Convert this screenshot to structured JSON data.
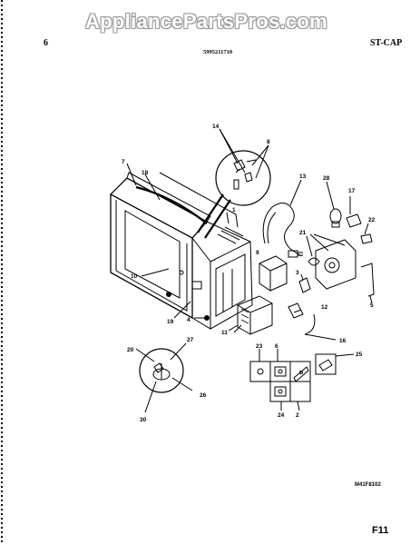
{
  "watermark": "AppliancePartsPros.com",
  "header": {
    "page_number": "6",
    "part_number": "5995211710",
    "section": "ST-CAP"
  },
  "callouts": [
    "14",
    "8",
    "7",
    "18",
    "13",
    "28",
    "17",
    "1",
    "21",
    "22",
    "9",
    "10",
    "3",
    "5",
    "12",
    "19",
    "4",
    "11",
    "16",
    "27",
    "20",
    "23",
    "6",
    "25",
    "26",
    "30",
    "24",
    "2"
  ],
  "footer": {
    "drawing_code": "M41F8102",
    "figure_id": "F11"
  }
}
